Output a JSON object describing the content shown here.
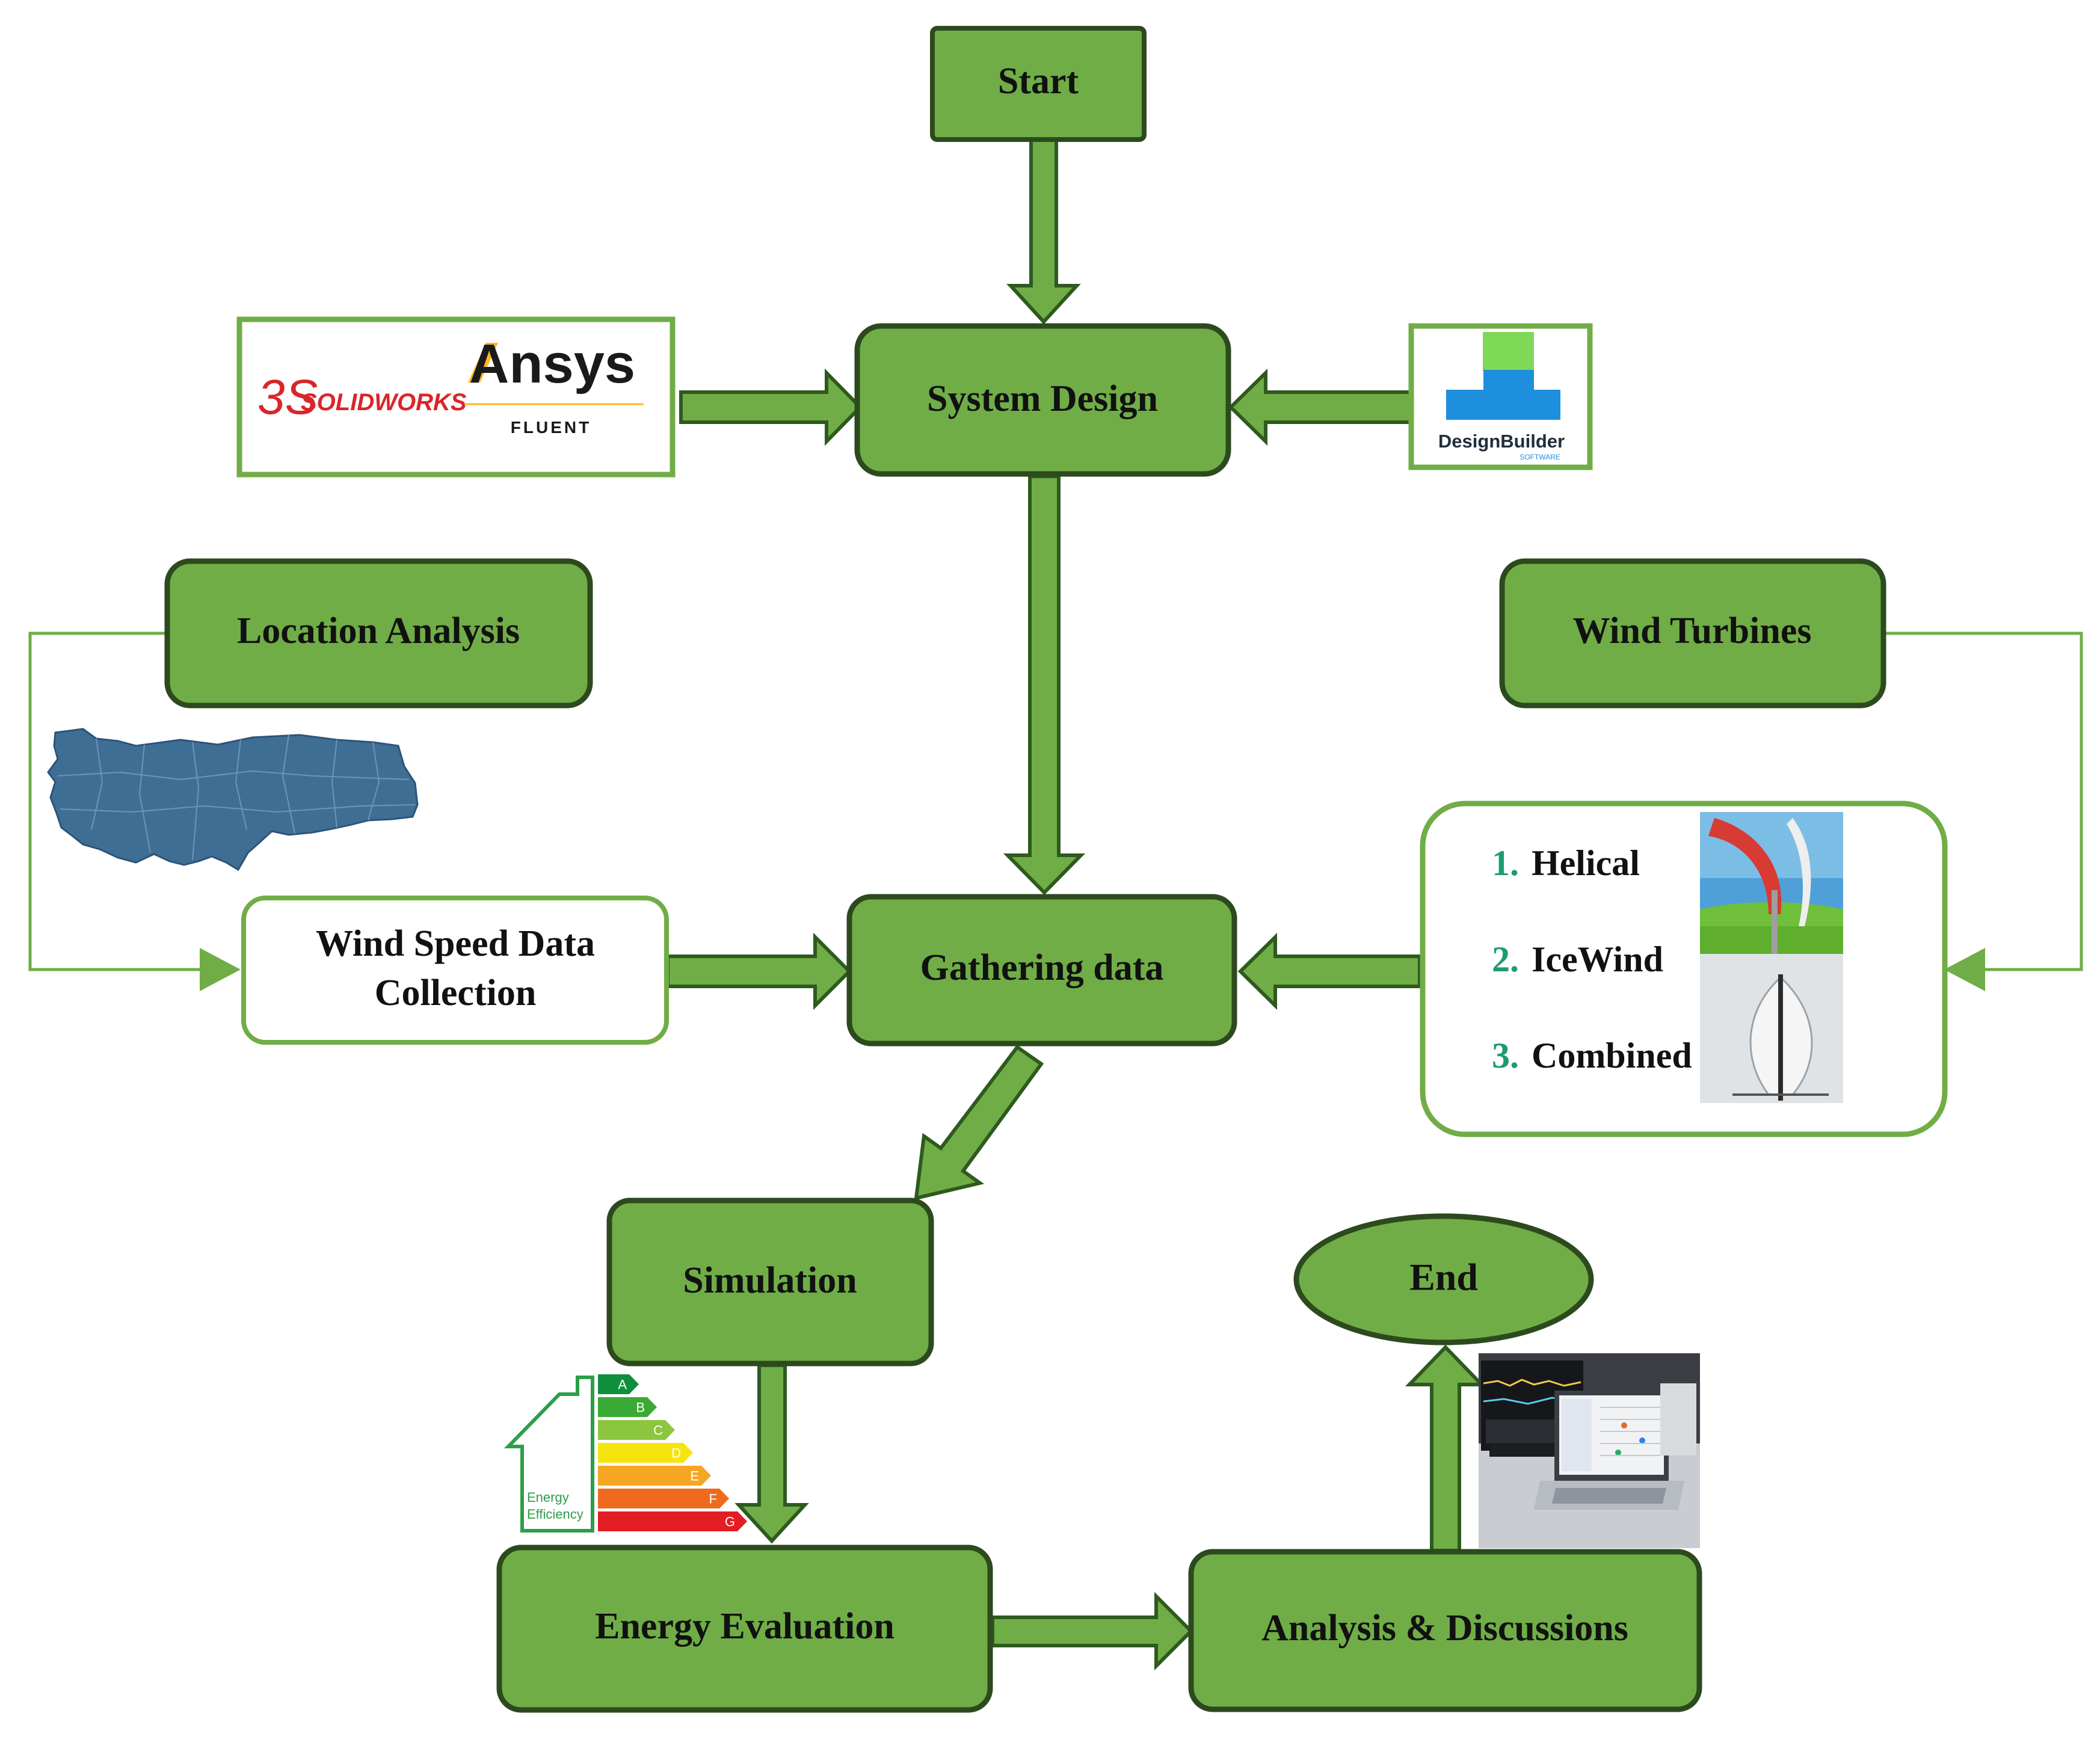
{
  "colors": {
    "box_fill": "#70ad47",
    "box_stroke": "#2d4a1e",
    "arrow_fill": "#70ad47",
    "arrow_stroke": "#2e5a1f",
    "connector": "#70ad47",
    "text": "#111111",
    "number_green": "#1e9c6e",
    "map_fill": "#3f6e95",
    "solidworks_red": "#d9262a",
    "ansys_yellow": "#ffb81c",
    "designbuilder_blue": "#1e8fdc",
    "designbuilder_green": "#7ed957"
  },
  "nodes": {
    "start": "Start",
    "system_design": "System Design",
    "location_analysis": "Location Analysis",
    "wind_turbines": "Wind Turbines",
    "wind_speed_line1": "Wind Speed Data",
    "wind_speed_line2": "Collection",
    "gathering_data": "Gathering data",
    "simulation": "Simulation",
    "end": "End",
    "energy_evaluation": "Energy Evaluation",
    "analysis_discussions": "Analysis & Discussions"
  },
  "turbine_list": [
    {
      "number": "1.",
      "name": "Helical"
    },
    {
      "number": "2.",
      "name": "IceWind"
    },
    {
      "number": "3.",
      "name": "Combined"
    }
  ],
  "logos": {
    "solidworks_prefix": "3S",
    "solidworks_text": "SOLIDWORKS",
    "ansys_text": "Ansys",
    "fluent_text": "FLUENT",
    "designbuilder_text": "DesignBuilder",
    "designbuilder_sub": "SOFTWARE"
  },
  "energy_label": {
    "grades": [
      "A",
      "B",
      "C",
      "D",
      "E",
      "F",
      "G"
    ],
    "grade_colors": [
      "#0f8f3e",
      "#3aa935",
      "#8cc63f",
      "#f5e50d",
      "#f5a623",
      "#ef6a1f",
      "#e31d24"
    ],
    "caption_line1": "Energy",
    "caption_line2": "Efficiency"
  }
}
